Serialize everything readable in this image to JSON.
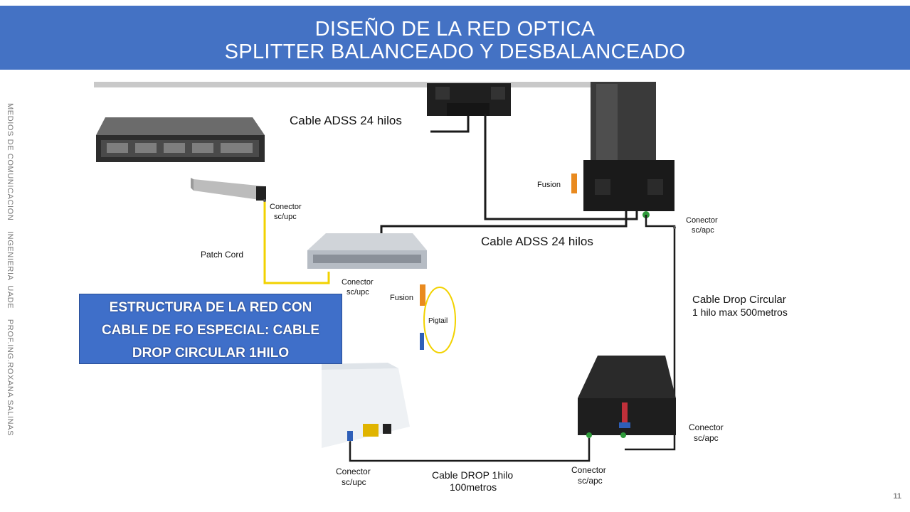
{
  "header": {
    "title_line1": "DISEÑO DE LA RED OPTICA",
    "title_line2": "SPLITTER BALANCEADO Y DESBALANCEADO"
  },
  "side_text": "MEDIOS DE COMUNICACION    INGENIERIA  UADE    PROF.ING.ROXANA SALINAS",
  "page_number": "11",
  "callout": {
    "line1": "ESTRUCTURA DE LA RED  CON",
    "line2": "CABLE DE FO ESPECIAL: CABLE",
    "line3": "DROP CIRCULAR 1HILO"
  },
  "labels": {
    "cable_adss_top": "Cable ADSS 24 hilos",
    "cable_adss_mid": "Cable ADSS 24 hilos",
    "fusion_top": "Fusion",
    "fusion_mid": "Fusion",
    "conector_olt_1": "Conector",
    "conector_olt_2": "sc/upc",
    "patch_cord": "Patch Cord",
    "conector_odf_1": "Conector",
    "conector_odf_2": "sc/upc",
    "pigtail": "Pigtail",
    "conector_closure_1": "Conector",
    "conector_closure_2": "sc/apc",
    "drop_circular_1": "Cable Drop Circular",
    "drop_circular_2": "1 hilo max 500metros",
    "conector_nap_right_1": "Conector",
    "conector_nap_right_2": "sc/apc",
    "conector_onu_1": "Conector",
    "conector_onu_2": "sc/upc",
    "cable_drop_1": "Cable DROP 1hilo",
    "cable_drop_2": "100metros",
    "conector_nap_bottom_1": "Conector",
    "conector_nap_bottom_2": "sc/apc"
  },
  "colors": {
    "header_bg": "#4472c4",
    "callout_bg": "#3f6fc9",
    "patch_cord": "#f2d200",
    "fusion": "#e98a1f",
    "cable": "#1a1a1a"
  }
}
